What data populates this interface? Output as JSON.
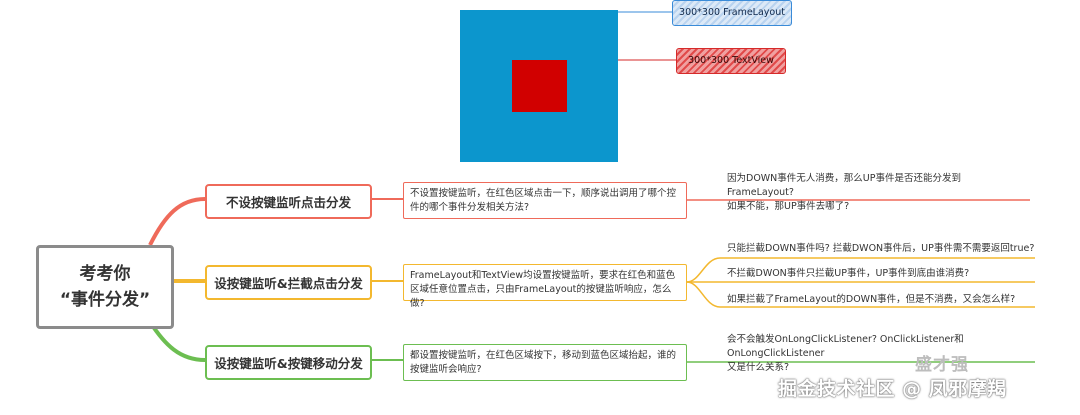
{
  "illustration": {
    "outer_label": "300*300 FrameLayout",
    "inner_label": "300*300 TextView",
    "outer_color": "#0c96cd",
    "inner_color": "#d10000"
  },
  "root": {
    "line1": "考考你",
    "line2": "“事件分发”"
  },
  "branches": [
    {
      "label": "不设按键监听点击分发",
      "color": "#ef6a5a",
      "question": "不设置按键监听，在红色区域点击一下，顺序说出调用了哪个控件的哪个事件分发相关方法?",
      "followups": [
        "因为DOWN事件无人消费，那么UP事件是否还能分发到FrameLayout?\n如果不能，那UP事件去哪了?"
      ]
    },
    {
      "label": "设按键监听&拦截点击分发",
      "color": "#f3b82f",
      "question": "FrameLayout和TextView均设置按键监听，要求在红色和蓝色区域任意位置点击，只由FrameLayout的按键监听响应，怎么做?",
      "followups": [
        "只能拦截DOWN事件吗? 拦截DWON事件后，UP事件需不需要返回true?",
        "不拦截DWON事件只拦截UP事件，UP事件到底由谁消费?",
        "如果拦截了FrameLayout的DOWN事件，但是不消费，又会怎么样?"
      ]
    },
    {
      "label": "设按键监听&按键移动分发",
      "color": "#6cbe51",
      "question": "都设置按键监听，在红色区域按下，移动到蓝色区域抬起，谁的按键监听会响应?",
      "followups": [
        "会不会触发OnLongClickListener? OnClickListener和OnLongClickListener\n又是什么关系?"
      ]
    }
  ],
  "watermarks": {
    "top": "盛才强",
    "bottom": "掘金技术社区 @ 凤邪摩羯"
  }
}
